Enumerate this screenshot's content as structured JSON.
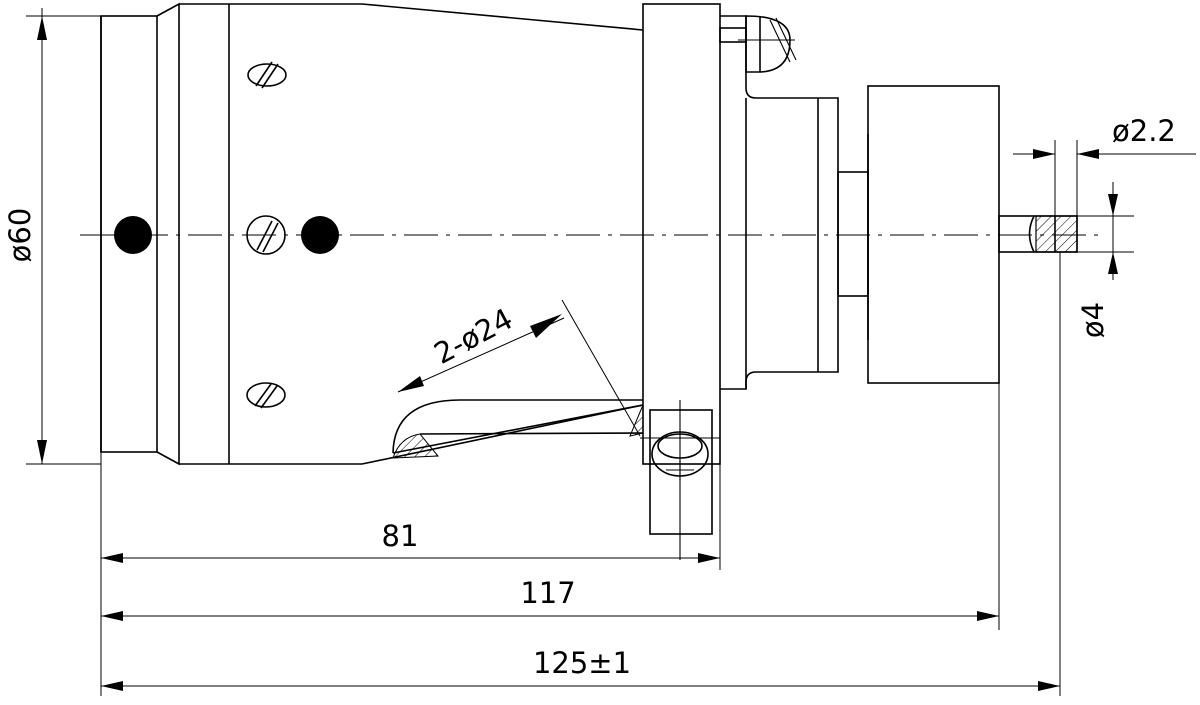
{
  "dimensions": {
    "dia60": "ø60",
    "dia24": "2-ø24",
    "dia2_2": "ø2.2",
    "dia4": "ø4",
    "len81": "81",
    "len117": "117",
    "len125": "125±1"
  }
}
